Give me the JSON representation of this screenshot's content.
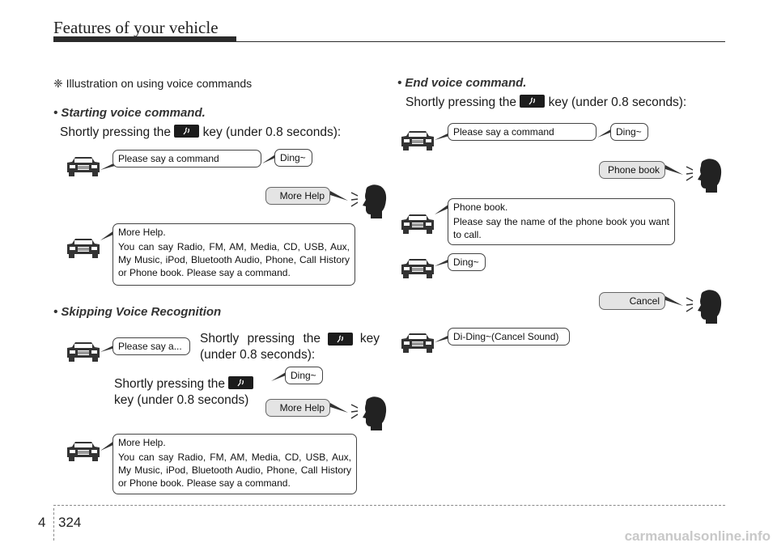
{
  "header": {
    "title": "Features of your vehicle"
  },
  "note": {
    "symbol": "❈",
    "text": "Illustration on using voice commands"
  },
  "left": {
    "start_title": "• Starting voice command.",
    "start_instr_pre": "Shortly pressing the",
    "start_instr_post": "key (under 0.8 seconds):",
    "b1": "Please say a command",
    "b2": "Ding~",
    "u1": "More Help",
    "b3_title": "More Help.",
    "b3_body": "You can say Radio, FM, AM, Media, CD, USB, Aux, My Music, iPod, Bluetooth Audio, Phone, Call History or Phone book. Please say a command.",
    "skip_title": "• Skipping Voice Recognition",
    "skip_instr1_pre": "Shortly pressing the",
    "skip_instr1_post": "key",
    "skip_instr1_line2": "(under 0.8 seconds):",
    "b4": "Please say a...",
    "skip_instr2_pre": "Shortly pressing the",
    "skip_instr2_line2": "key (under 0.8 seconds)",
    "b5": "Ding~",
    "u2": "More Help",
    "b6_title": "More Help.",
    "b6_body": "You can say Radio, FM, AM, Media, CD, USB, Aux, My Music, iPod, Bluetooth Audio, Phone, Call History or Phone book. Please say a command."
  },
  "right": {
    "end_title": "• End voice command.",
    "end_instr_pre": "Shortly pressing the",
    "end_instr_post": "key (under 0.8 seconds):",
    "b1": "Please say a command",
    "b2": "Ding~",
    "u1": "Phone book",
    "b3_title": "Phone book.",
    "b3_body": "Please say the name of the phone book you want to call.",
    "b4": "Ding~",
    "u2": "Cancel",
    "b5": "Di-Ding~(Cancel Sound)"
  },
  "footer": {
    "chapter": "4",
    "page": "324",
    "watermark": "carmanualsonline.info"
  }
}
